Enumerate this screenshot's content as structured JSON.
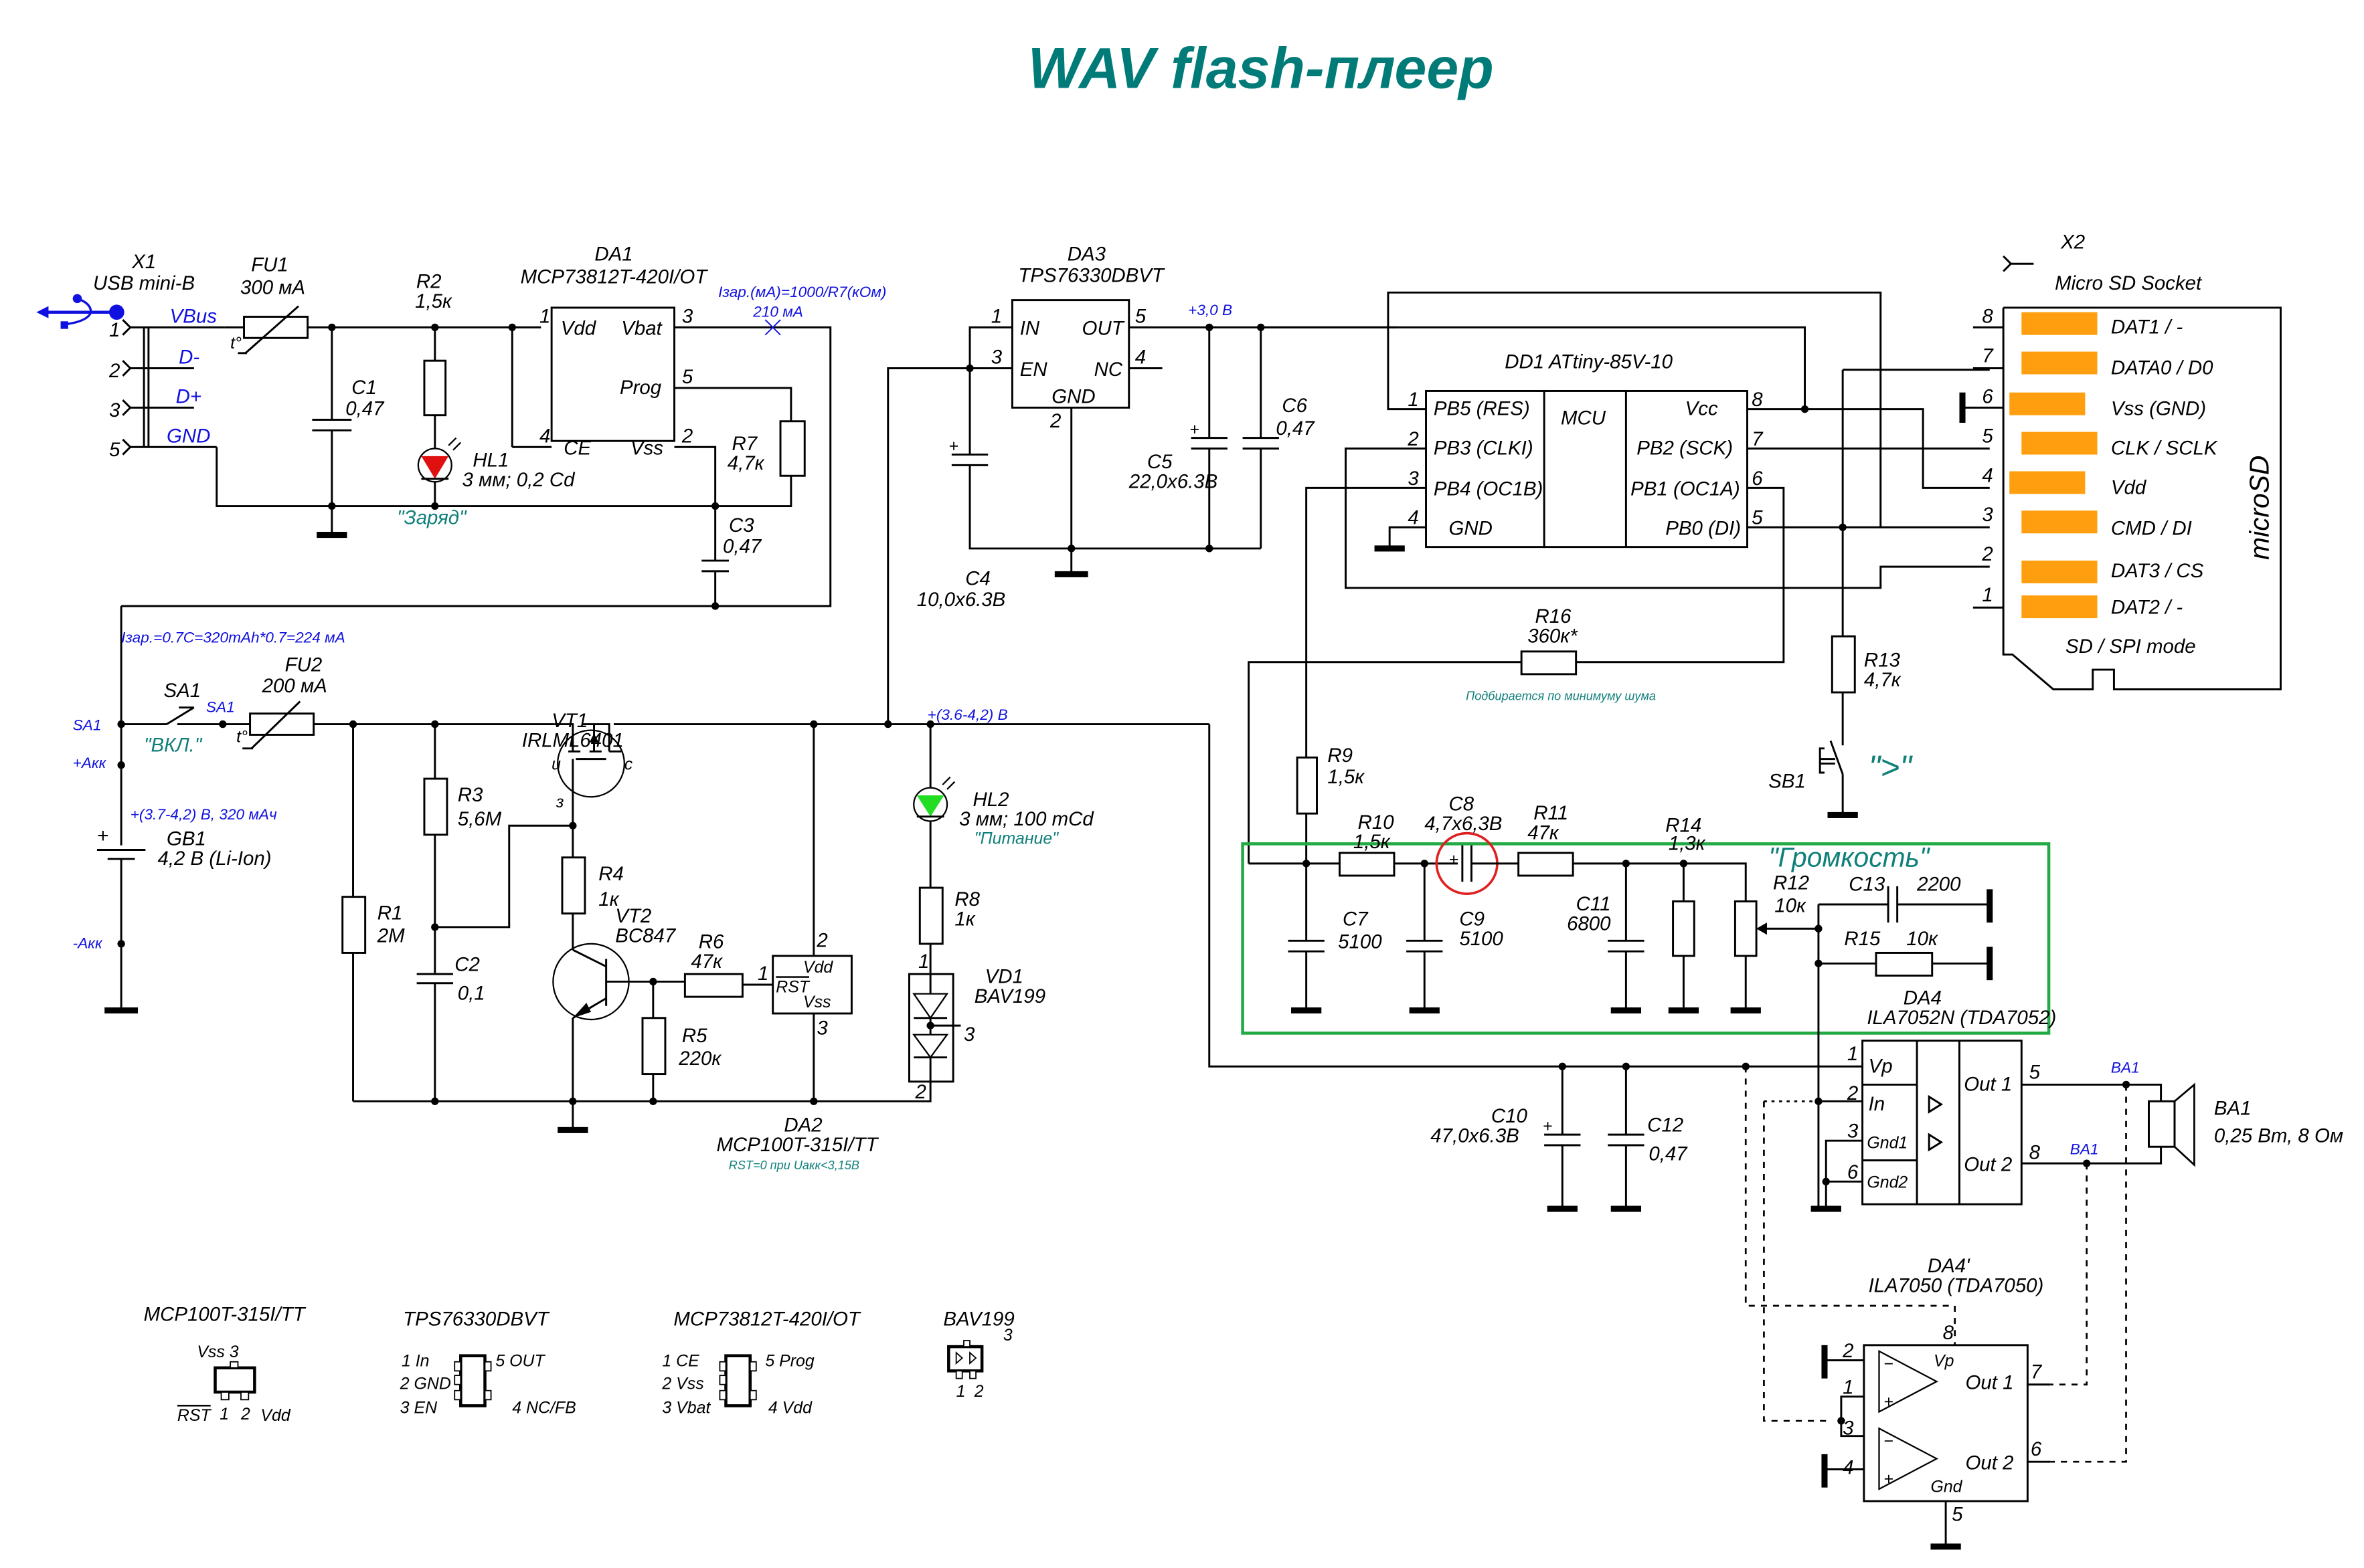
{
  "title": "WAV flash-плеер",
  "colors": {
    "title": "#007b78",
    "annotation_blue": "#1010e0",
    "annotation_teal": "#0f7f7a",
    "sd_pad": "#ff9f0f",
    "volume_box": "#22aa44",
    "highlight_circle": "#e02020",
    "led_red": "#e01010",
    "led_green": "#22dd22"
  },
  "x1": {
    "ref": "X1",
    "name": "USB mini-B",
    "icon": "usb-icon",
    "pins": [
      {
        "num": "1",
        "label": "VBus"
      },
      {
        "num": "2",
        "label": "D-"
      },
      {
        "num": "3",
        "label": "D+"
      },
      {
        "num": "5",
        "label": "GND"
      }
    ]
  },
  "fu1": {
    "ref": "FU1",
    "value": "300 мА",
    "t": "t°"
  },
  "c1": {
    "ref": "C1",
    "value": "0,47"
  },
  "r2": {
    "ref": "R2",
    "value": "1,5к"
  },
  "hl1": {
    "ref": "HL1",
    "value": "3 мм; 0,2 Cd",
    "caption": "\"Заряд\""
  },
  "da1": {
    "ref": "DA1",
    "part": "MCP73812T-420I/OT",
    "pins": {
      "vdd": {
        "num": "1",
        "label": "Vdd"
      },
      "ce": {
        "num": "4",
        "label": "CE"
      },
      "vbat": {
        "num": "3",
        "label": "Vbat"
      },
      "prog": {
        "num": "5",
        "label": "Prog"
      },
      "vss": {
        "num": "2",
        "label": "Vss"
      }
    },
    "note1": "Iзар.(мА)=1000/R7(кОм)",
    "note2": "210 мА"
  },
  "r7": {
    "ref": "R7",
    "value": "4,7к"
  },
  "c3": {
    "ref": "C3",
    "value": "0,47"
  },
  "da3": {
    "ref": "DA3",
    "part": "TPS76330DBVT",
    "pins": {
      "in": {
        "num": "1",
        "label": "IN"
      },
      "en": {
        "num": "3",
        "label": "EN"
      },
      "out": {
        "num": "5",
        "label": "OUT"
      },
      "nc": {
        "num": "4",
        "label": "NC"
      },
      "gnd": {
        "num": "2",
        "label": "GND"
      }
    },
    "rail": "+3,0 В"
  },
  "c4": {
    "ref": "C4",
    "value": "10,0x6.3B"
  },
  "c5": {
    "ref": "C5",
    "value": "22,0x6.3B"
  },
  "c6": {
    "ref": "C6",
    "value": "0,47"
  },
  "dd1": {
    "ref": "DD1  ATtiny-85V-10",
    "center": "MCU",
    "left": [
      {
        "num": "1",
        "label": "PB5 (RES)"
      },
      {
        "num": "2",
        "label": "PB3 (CLKI)"
      },
      {
        "num": "3",
        "label": "PB4 (OC1B)"
      },
      {
        "num": "4",
        "label": "GND"
      }
    ],
    "right": [
      {
        "num": "8",
        "label": "Vcc"
      },
      {
        "num": "7",
        "label": "PB2 (SCK)"
      },
      {
        "num": "6",
        "label": "PB1 (OC1A)"
      },
      {
        "num": "5",
        "label": "PB0 (DI)"
      }
    ]
  },
  "x2": {
    "ref": "X2",
    "name": "Micro SD Socket",
    "card_label": "microSD",
    "mode": "SD / SPI mode",
    "pins": [
      {
        "num": "8",
        "label": "DAT1 / -"
      },
      {
        "num": "7",
        "label": "DATA0 / D0"
      },
      {
        "num": "6",
        "label": "Vss (GND)"
      },
      {
        "num": "5",
        "label": "CLK / SCLK"
      },
      {
        "num": "4",
        "label": "Vdd"
      },
      {
        "num": "3",
        "label": "CMD / DI"
      },
      {
        "num": "2",
        "label": "DAT3 / CS"
      },
      {
        "num": "1",
        "label": "DAT2 / -"
      }
    ]
  },
  "power": {
    "charge_note": "Iзар.=0.7C=320mAh*0.7=224 мА",
    "sa1_left": "SA1",
    "sa1_right": "SA1",
    "plus_akk": "+Акк",
    "minus_akk": "-Акк",
    "battery_note": "+(3.7-4,2) В, 320 мАч",
    "rail": "+(3.6-4,2) В"
  },
  "sa1": {
    "ref": "SA1",
    "caption": "\"ВКЛ.\""
  },
  "fu2": {
    "ref": "FU2",
    "value": "200 мА",
    "t": "t°"
  },
  "gb1": {
    "ref": "GB1",
    "value": "4,2 В (Li-Ion)",
    "plus": "+"
  },
  "vt1": {
    "ref": "VT1",
    "part": "IRLML6401",
    "s": "и",
    "d": "с",
    "g": "з"
  },
  "r1": {
    "ref": "R1",
    "value": "2М"
  },
  "r3": {
    "ref": "R3",
    "value": "5,6М"
  },
  "c2": {
    "ref": "C2",
    "value": "0,1"
  },
  "r4": {
    "ref": "R4",
    "value": "1к"
  },
  "vt2": {
    "ref": "VT2",
    "part": "BC847"
  },
  "r5": {
    "ref": "R5",
    "value": "220к"
  },
  "r6": {
    "ref": "R6",
    "value": "47к"
  },
  "da2": {
    "ref": "DA2",
    "part": "MCP100T-315I/TT",
    "note": "RST=0  при Uакк<3,15В",
    "pins": {
      "vdd": {
        "num": "2",
        "label": "Vdd"
      },
      "rst": {
        "num": "1",
        "label": "RST"
      },
      "vss": {
        "num": "3",
        "label": "Vss"
      }
    }
  },
  "hl2": {
    "ref": "HL2",
    "value": "3 мм; 100 mCd",
    "caption": "\"Питание\""
  },
  "r8": {
    "ref": "R8",
    "value": "1к"
  },
  "vd1": {
    "ref": "VD1",
    "part": "BAV199",
    "pins": [
      "1",
      "3",
      "2"
    ]
  },
  "r16": {
    "ref": "R16",
    "value": "360к*",
    "note": "Подбирается по минимуму шума"
  },
  "r13": {
    "ref": "R13",
    "value": "4,7к"
  },
  "sb1": {
    "ref": "SB1",
    "caption": "\">\""
  },
  "r9": {
    "ref": "R9",
    "value": "1,5к"
  },
  "volume": {
    "caption": "\"Громкость\"",
    "r10": {
      "ref": "R10",
      "value": "1,5к"
    },
    "c8": {
      "ref": "C8",
      "value": "4,7x6,3В",
      "plus": "+"
    },
    "r11": {
      "ref": "R11",
      "value": "47к"
    },
    "r14": {
      "ref": "R14",
      "value": "1,3к"
    },
    "c7": {
      "ref": "C7",
      "value": "5100"
    },
    "c9": {
      "ref": "C9",
      "value": "5100"
    },
    "c11": {
      "ref": "C11",
      "value": "6800"
    },
    "r12": {
      "ref": "R12",
      "value": "10к"
    },
    "c13": {
      "ref": "C13",
      "value": "2200"
    },
    "r15": {
      "ref": "R15",
      "value": "10к"
    }
  },
  "da4": {
    "ref": "DA4",
    "part": "ILA7052N (TDA7052)",
    "pins": [
      {
        "num": "1",
        "label": "Vp"
      },
      {
        "num": "2",
        "label": "In"
      },
      {
        "num": "3",
        "label": "Gnd1"
      },
      {
        "num": "6",
        "label": "Gnd2"
      },
      {
        "num": "5",
        "label": "Out 1"
      },
      {
        "num": "8",
        "label": "Out 2"
      }
    ],
    "ba1_net": "BA1"
  },
  "c10": {
    "ref": "C10",
    "value": "47,0x6.3B"
  },
  "c12": {
    "ref": "C12",
    "value": "0,47"
  },
  "ba1": {
    "ref": "BA1",
    "value": "0,25 Вт, 8 Ом"
  },
  "da4alt": {
    "ref": "DA4'",
    "part": "ILA7050 (TDA7050)",
    "pins": [
      {
        "num": "8",
        "label": "Vp"
      },
      {
        "num": "2"
      },
      {
        "num": "1"
      },
      {
        "num": "3"
      },
      {
        "num": "4"
      },
      {
        "num": "7",
        "label": "Out 1"
      },
      {
        "num": "6",
        "label": "Out 2"
      },
      {
        "num": "5",
        "label": "Gnd"
      }
    ],
    "minus": "−",
    "plus": "+"
  },
  "packages": [
    {
      "name": "MCP100T-315I/TT",
      "pins": [
        "Vss 3",
        "RST",
        "1",
        "2",
        "Vdd"
      ]
    },
    {
      "name": "TPS76330DBVT",
      "pins": [
        "1 In",
        "2 GND",
        "3 EN",
        "5 OUT",
        "4 NC/FB"
      ]
    },
    {
      "name": "MCP73812T-420I/OT",
      "pins": [
        "1 CE",
        "2 Vss",
        "3 Vbat",
        "5 Prog",
        "4 Vdd"
      ]
    },
    {
      "name": "BAV199",
      "pins": [
        "3",
        "1",
        "2"
      ]
    }
  ]
}
